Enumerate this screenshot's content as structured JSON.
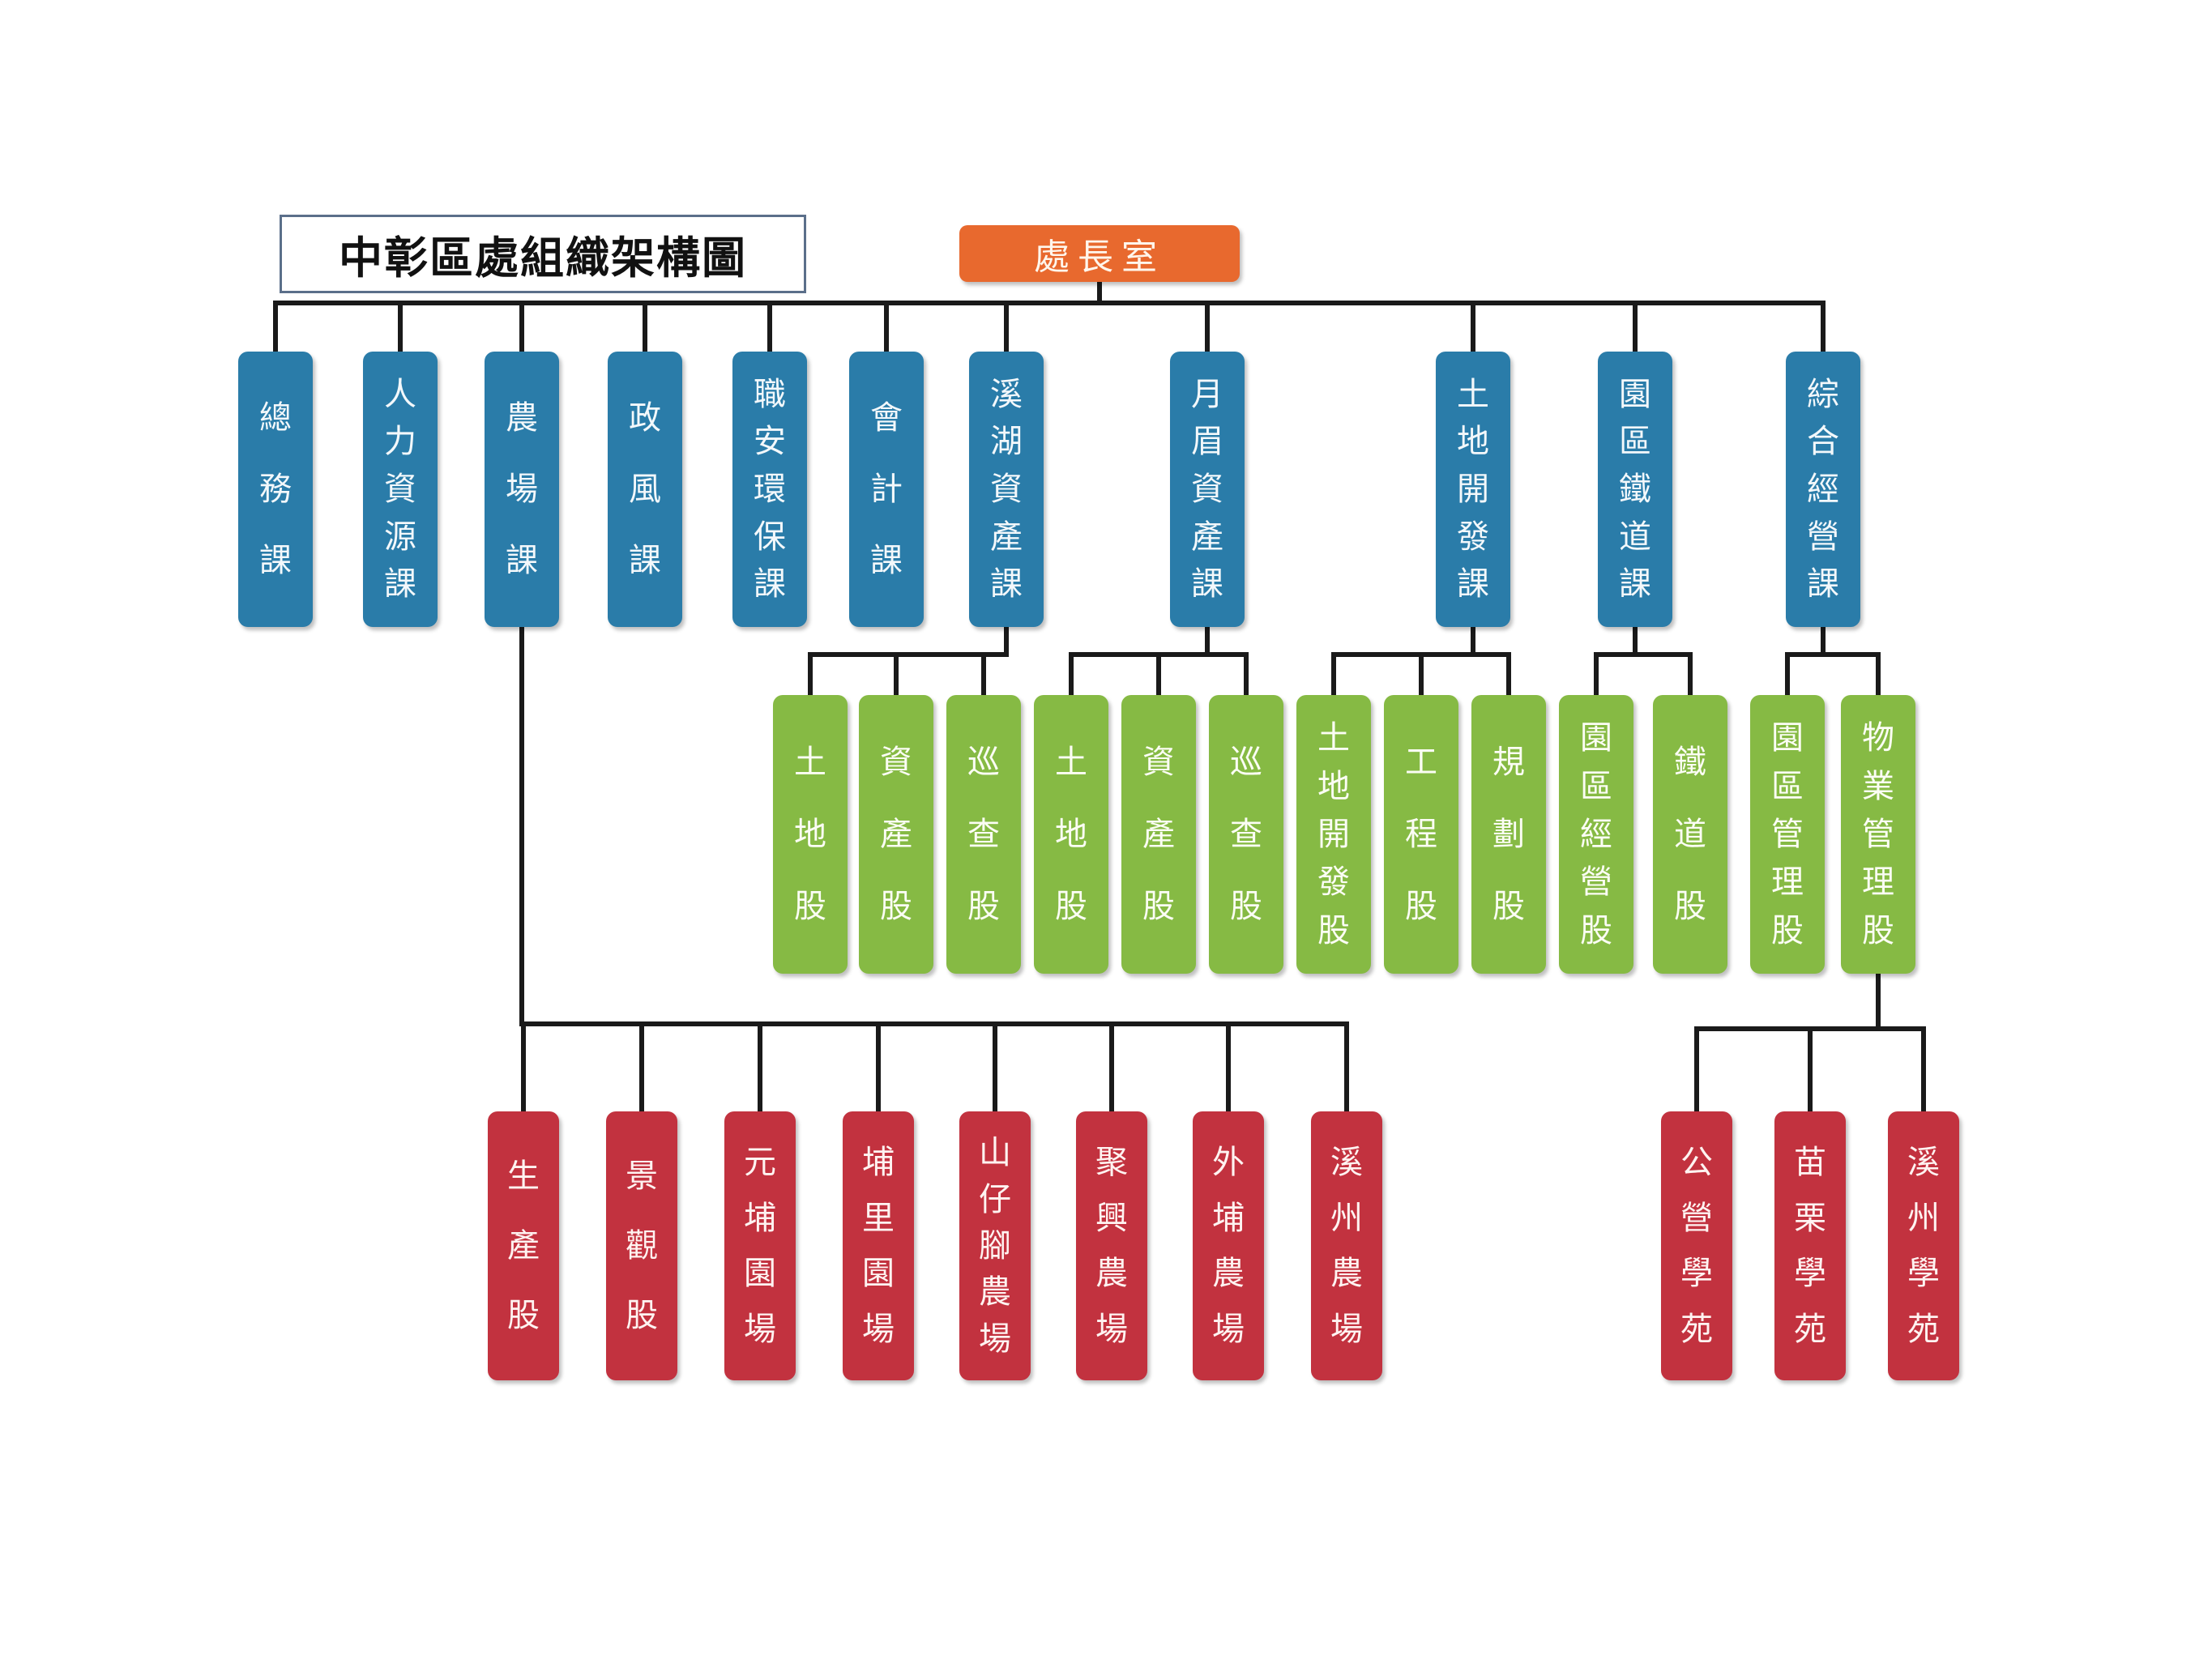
{
  "title": "中彰區處組織架構圖",
  "colors": {
    "root": "#e8692e",
    "section": "#2a7ca9",
    "unit": "#86ba44",
    "field": "#c2323f",
    "line": "#1a1a1a"
  },
  "root": "處長室",
  "sections": [
    {
      "id": "s1",
      "label": "總務課"
    },
    {
      "id": "s2",
      "label": "人力資源課"
    },
    {
      "id": "s3",
      "label": "農場課"
    },
    {
      "id": "s4",
      "label": "政風課"
    },
    {
      "id": "s5",
      "label": "職安環保課"
    },
    {
      "id": "s6",
      "label": "會計課"
    },
    {
      "id": "s7",
      "label": "溪湖資產課"
    },
    {
      "id": "s8",
      "label": "月眉資產課"
    },
    {
      "id": "s9",
      "label": "土地開發課"
    },
    {
      "id": "s10",
      "label": "園區鐵道課"
    },
    {
      "id": "s11",
      "label": "綜合經營課"
    }
  ],
  "units": [
    {
      "id": "u1",
      "label": "土地股",
      "parent": "s7"
    },
    {
      "id": "u2",
      "label": "資產股",
      "parent": "s7"
    },
    {
      "id": "u3",
      "label": "巡查股",
      "parent": "s7"
    },
    {
      "id": "u4",
      "label": "土地股",
      "parent": "s8"
    },
    {
      "id": "u5",
      "label": "資產股",
      "parent": "s8"
    },
    {
      "id": "u6",
      "label": "巡查股",
      "parent": "s8"
    },
    {
      "id": "u7",
      "label": "土地開發股",
      "parent": "s9"
    },
    {
      "id": "u8",
      "label": "工程股",
      "parent": "s9"
    },
    {
      "id": "u9",
      "label": "規劃股",
      "parent": "s9"
    },
    {
      "id": "u10",
      "label": "園區經營股",
      "parent": "s10"
    },
    {
      "id": "u11",
      "label": "鐵道股",
      "parent": "s10"
    },
    {
      "id": "u12",
      "label": "園區管理股",
      "parent": "s11"
    },
    {
      "id": "u13",
      "label": "物業管理股",
      "parent": "s11"
    }
  ],
  "farm_units": [
    {
      "id": "f1",
      "label": "生產股",
      "parent": "s3"
    },
    {
      "id": "f2",
      "label": "景觀股",
      "parent": "s3"
    },
    {
      "id": "f3",
      "label": "元埔園場",
      "parent": "s3"
    },
    {
      "id": "f4",
      "label": "埔里園場",
      "parent": "s3"
    },
    {
      "id": "f5",
      "label": "山仔腳農場",
      "parent": "s3"
    },
    {
      "id": "f6",
      "label": "聚興農場",
      "parent": "s3"
    },
    {
      "id": "f7",
      "label": "外埔農場",
      "parent": "s3"
    },
    {
      "id": "f8",
      "label": "溪州農場",
      "parent": "s3"
    },
    {
      "id": "f9",
      "label": "公營學苑",
      "parent": "u13"
    },
    {
      "id": "f10",
      "label": "苗栗學苑",
      "parent": "u13"
    },
    {
      "id": "f11",
      "label": "溪州學苑",
      "parent": "u13"
    }
  ]
}
